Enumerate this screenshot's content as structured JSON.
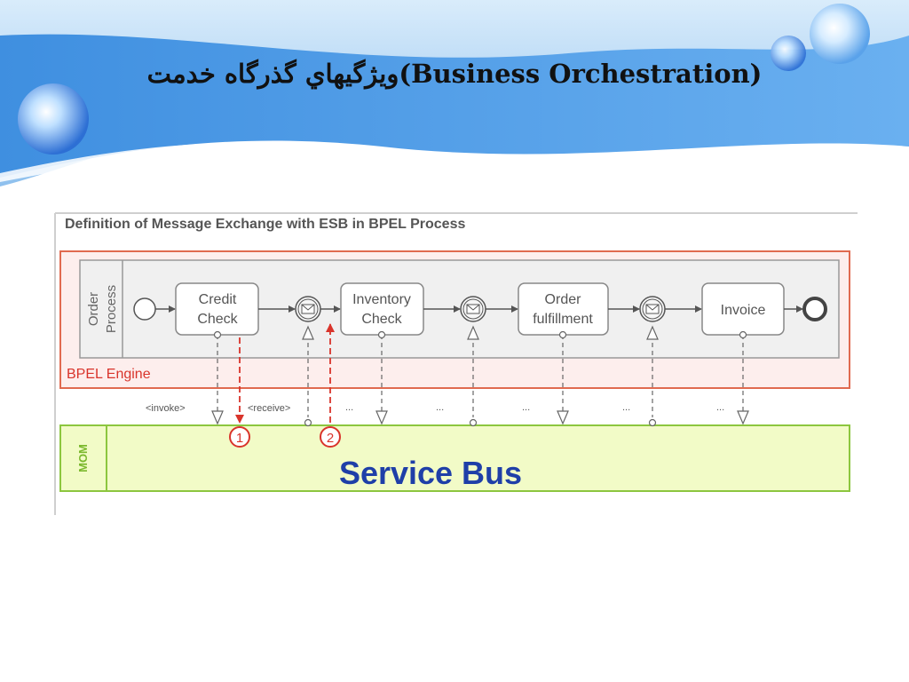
{
  "slide": {
    "title": "ويژگيهاي گذرگاه خدمت(Business Orchestration)"
  },
  "diagram": {
    "heading": "Definition of Message Exchange with ESB in BPEL Process",
    "lane_label_line1": "Order",
    "lane_label_line2": "Process",
    "engine_label": "BPEL Engine",
    "mom_label": "MOM",
    "bus_title": "Service Bus",
    "tasks": [
      {
        "line1": "Credit",
        "line2": "Check"
      },
      {
        "line1": "Inventory",
        "line2": "Check"
      },
      {
        "line1": "Order",
        "line2": "fulfillment"
      },
      {
        "line1": "Invoice",
        "line2": ""
      }
    ],
    "connector_labels": {
      "invoke": "<invoke>",
      "receive": "<receive>",
      "ellipsis": "..."
    },
    "callouts": [
      "1",
      "2"
    ],
    "colors": {
      "engine_border": "#e06a50",
      "engine_fill": "#fdeeed",
      "mom_border": "#8cc63f",
      "mom_fill": "#f2fbc7",
      "callout": "#d9342b",
      "bus_title": "#1f3fa8"
    }
  }
}
